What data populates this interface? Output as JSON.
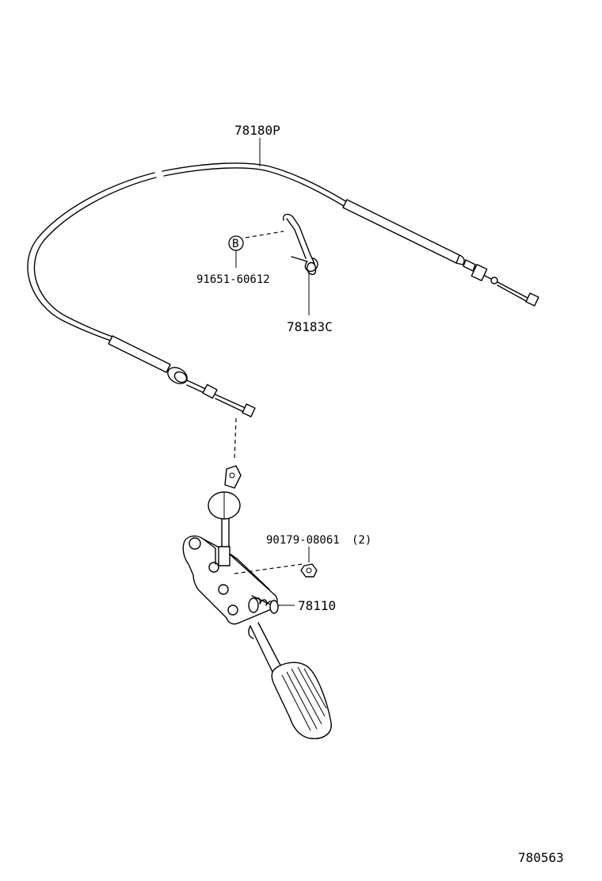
{
  "labels": {
    "cable": "78180P",
    "bolt_ref": "B",
    "bolt_part": "91651-60612",
    "spring_part": "78183C",
    "nut_part": "90179-08061",
    "nut_qty": "(2)",
    "pedal_part": "78110",
    "diagram_id": "780563"
  }
}
